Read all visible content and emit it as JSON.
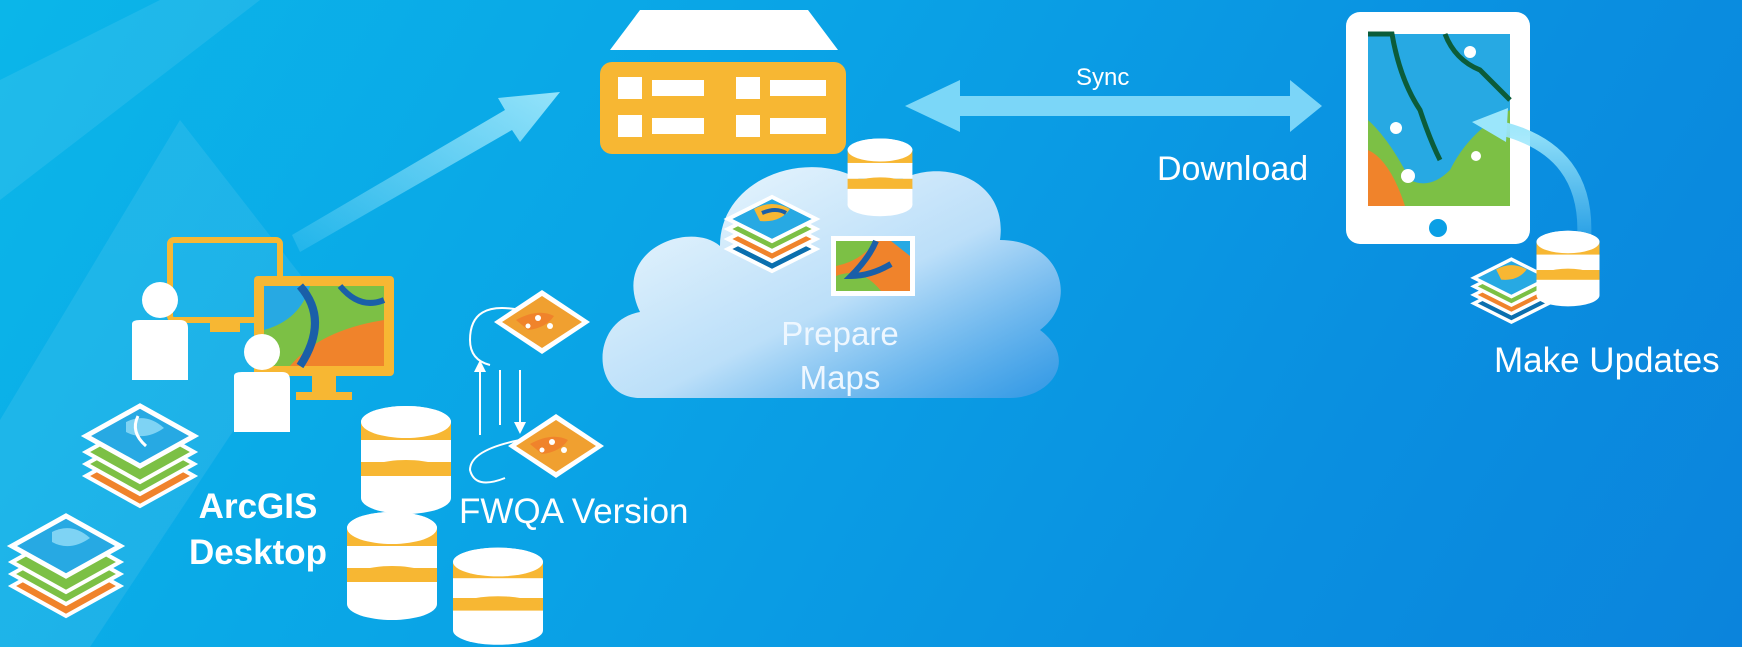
{
  "labels": {
    "sync": "Sync",
    "download": "Download",
    "prepare_line1": "Prepare",
    "prepare_line2": "Maps",
    "make_updates": "Make Updates",
    "fwqa_version": "FWQA Version",
    "arcgis_line1": "ArcGIS",
    "arcgis_line2": "Desktop"
  },
  "icons": [
    "server-icon",
    "cloud-icon",
    "database-icon",
    "map-layers-icon",
    "map-image-icon",
    "tablet-icon",
    "monitor-icon",
    "user-icon",
    "sync-arrow-icon",
    "cycle-arrows-icon"
  ],
  "colors": {
    "background": "#0a9fe5",
    "accent": "#f7b733",
    "white": "#ffffff",
    "arrow": "#8fe0fb",
    "map_blue": "#1aa6e3",
    "map_green": "#7cc045",
    "map_orange": "#f0832b"
  }
}
